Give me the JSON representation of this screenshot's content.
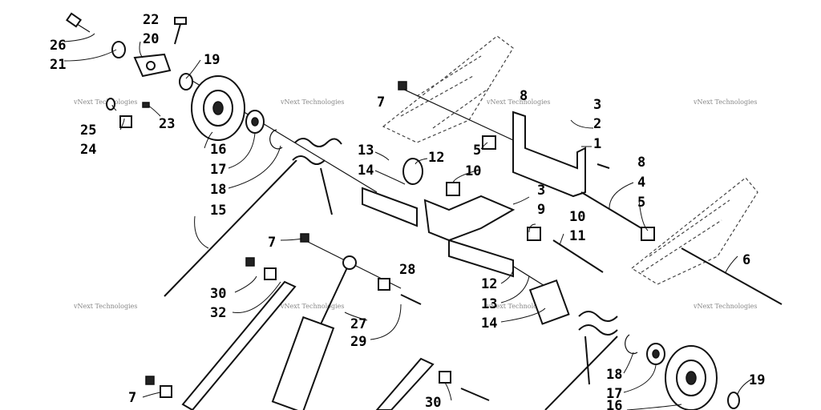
{
  "diagram": {
    "watermark_text": "vNext Technologies",
    "callouts": [
      {
        "id": "c26a",
        "text": "26"
      },
      {
        "id": "c22a",
        "text": "22"
      },
      {
        "id": "c20a",
        "text": "20"
      },
      {
        "id": "c21a",
        "text": "21"
      },
      {
        "id": "c19a",
        "text": "19"
      },
      {
        "id": "c7a",
        "text": "7"
      },
      {
        "id": "c8a",
        "text": "8"
      },
      {
        "id": "c3a",
        "text": "3"
      },
      {
        "id": "c2a",
        "text": "2"
      },
      {
        "id": "c1a",
        "text": "1"
      },
      {
        "id": "c25a",
        "text": "25"
      },
      {
        "id": "c24a",
        "text": "24"
      },
      {
        "id": "c23a",
        "text": "23"
      },
      {
        "id": "c16a",
        "text": "16"
      },
      {
        "id": "c17a",
        "text": "17"
      },
      {
        "id": "c18a",
        "text": "18"
      },
      {
        "id": "c15a",
        "text": "15"
      },
      {
        "id": "c13a",
        "text": "13"
      },
      {
        "id": "c14a",
        "text": "14"
      },
      {
        "id": "c12a",
        "text": "12"
      },
      {
        "id": "c5a",
        "text": "5"
      },
      {
        "id": "c10a",
        "text": "10"
      },
      {
        "id": "c8b",
        "text": "8"
      },
      {
        "id": "c4a",
        "text": "4"
      },
      {
        "id": "c5b",
        "text": "5"
      },
      {
        "id": "c3b",
        "text": "3"
      },
      {
        "id": "c9a",
        "text": "9"
      },
      {
        "id": "c10b",
        "text": "10"
      },
      {
        "id": "c11a",
        "text": "11"
      },
      {
        "id": "c6a",
        "text": "6"
      },
      {
        "id": "c7b",
        "text": "7"
      },
      {
        "id": "c28a",
        "text": "28"
      },
      {
        "id": "c12b",
        "text": "12"
      },
      {
        "id": "c13b",
        "text": "13"
      },
      {
        "id": "c14b",
        "text": "14"
      },
      {
        "id": "c30a",
        "text": "30"
      },
      {
        "id": "c32a",
        "text": "32"
      },
      {
        "id": "c27a",
        "text": "27"
      },
      {
        "id": "c29a",
        "text": "29"
      },
      {
        "id": "c18b",
        "text": "18"
      },
      {
        "id": "c17b",
        "text": "17"
      },
      {
        "id": "c19b",
        "text": "19"
      },
      {
        "id": "c16b",
        "text": "16"
      },
      {
        "id": "c7c",
        "text": "7"
      },
      {
        "id": "c30b",
        "text": "30"
      }
    ]
  }
}
